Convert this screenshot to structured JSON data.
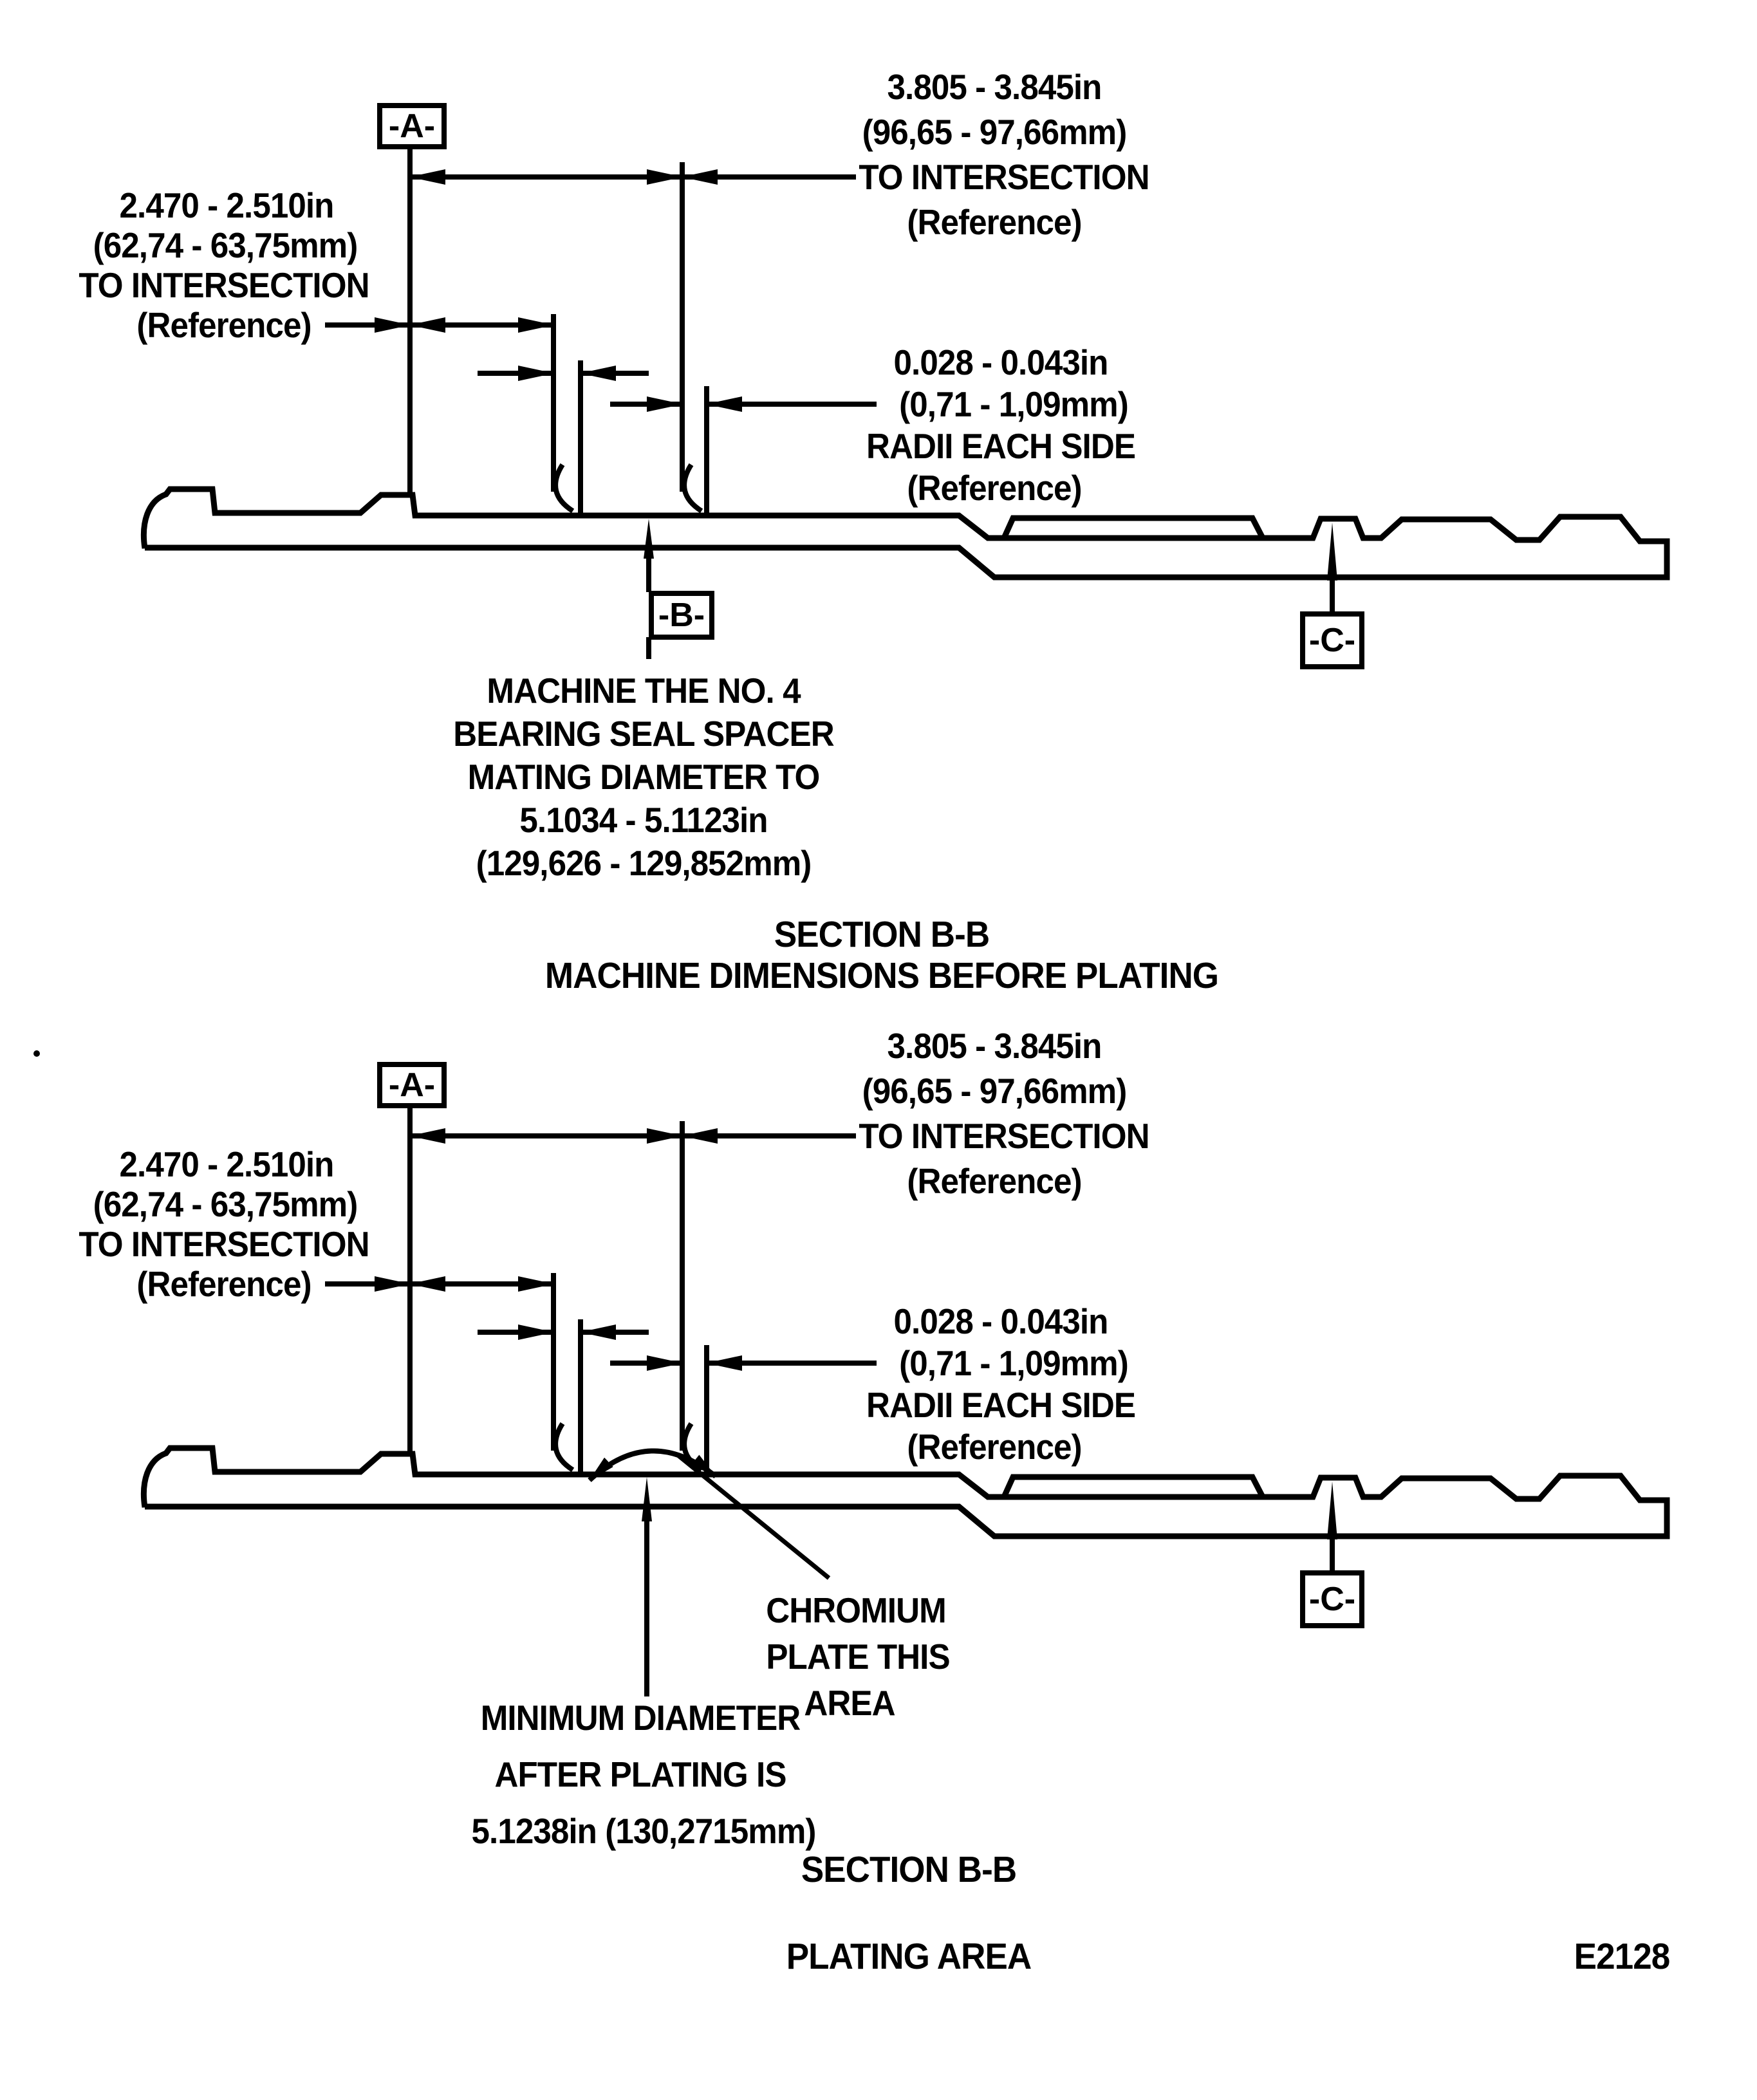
{
  "colors": {
    "ink": "#000000",
    "paper": "#ffffff"
  },
  "datum_labels": {
    "a": "-A-",
    "b": "-B-",
    "c": "-C-"
  },
  "dims": {
    "span_right": [
      "3.805 - 3.845in",
      "(96,65 - 97,66mm)",
      "TO INTERSECTION",
      "(Reference)"
    ],
    "span_left": [
      "2.470 - 2.510in",
      "(62,74 - 63,75mm)",
      "TO INTERSECTION",
      "(Reference)"
    ],
    "radii": [
      "0.028 - 0.043in",
      "(0,71 - 1,09mm)",
      "RADII EACH SIDE",
      "(Reference)"
    ]
  },
  "before_plating": {
    "machine_note": [
      "MACHINE THE NO. 4",
      "BEARING SEAL SPACER",
      "MATING DIAMETER TO",
      "5.1034 - 5.1123in",
      "(129,626 - 129,852mm)"
    ],
    "section_title": "SECTION B-B",
    "caption": "MACHINE DIMENSIONS BEFORE PLATING"
  },
  "plating_area": {
    "chromium_note": [
      "CHROMIUM",
      "PLATE THIS",
      "AREA"
    ],
    "minimum_note": [
      "MINIMUM DIAMETER",
      "AFTER PLATING IS",
      "5.1238in (130,2715mm)"
    ],
    "section_title": "SECTION B-B",
    "caption": "PLATING AREA"
  },
  "figure_code": "E2128"
}
